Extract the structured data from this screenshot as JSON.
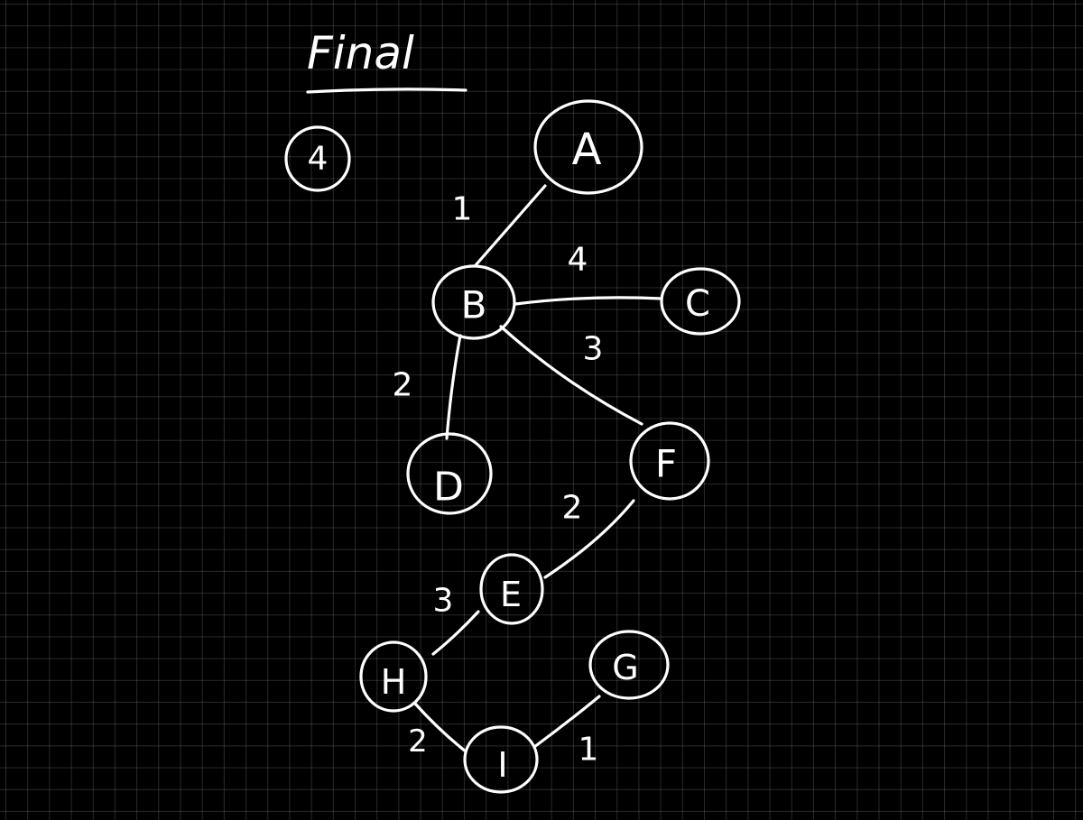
{
  "title": "Final",
  "total": "4",
  "nodes": [
    {
      "id": "A",
      "label": "A"
    },
    {
      "id": "B",
      "label": "B"
    },
    {
      "id": "C",
      "label": "C"
    },
    {
      "id": "D",
      "label": "D"
    },
    {
      "id": "F",
      "label": "F"
    },
    {
      "id": "E",
      "label": "E"
    },
    {
      "id": "H",
      "label": "H"
    },
    {
      "id": "G",
      "label": "G"
    },
    {
      "id": "I",
      "label": "I"
    }
  ],
  "edges": [
    {
      "from": "A",
      "to": "B",
      "weight": "1"
    },
    {
      "from": "B",
      "to": "C",
      "weight": "4"
    },
    {
      "from": "B",
      "to": "D",
      "weight": "2"
    },
    {
      "from": "B",
      "to": "F",
      "weight": "3"
    },
    {
      "from": "F",
      "to": "E",
      "weight": "2"
    },
    {
      "from": "E",
      "to": "H",
      "weight": "3"
    },
    {
      "from": "H",
      "to": "I",
      "weight": "2"
    },
    {
      "from": "I",
      "to": "G",
      "weight": "1"
    }
  ],
  "colors": {
    "background": "#000000",
    "ink": "#ffffff",
    "grid": "#3a3a3a"
  }
}
